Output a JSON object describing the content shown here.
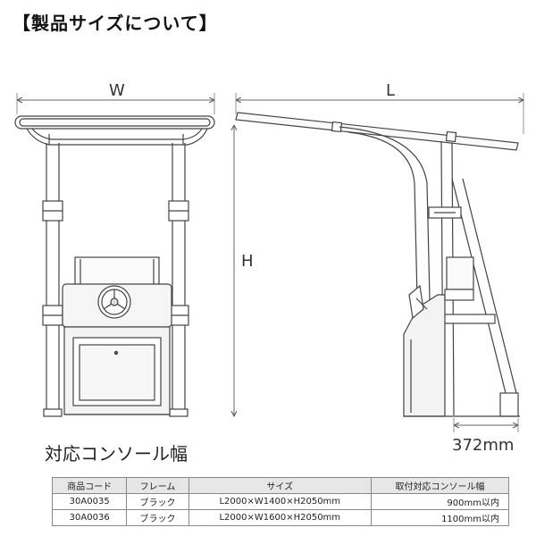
{
  "heading": "【製品サイズについて】",
  "dimensions": {
    "width_label": "W",
    "length_label": "L",
    "height_label": "H",
    "depth_label": "372mm"
  },
  "caption": "対応コンソール幅",
  "table": {
    "headers": [
      "商品コード",
      "フレーム",
      "サイズ",
      "取付対応コンソール幅"
    ],
    "rows": [
      [
        "30A0035",
        "ブラック",
        "L2000×W1400×H2050mm",
        "900mm以内"
      ],
      [
        "30A0036",
        "ブラック",
        "L2000×W1600×H2050mm",
        "1100mm以内"
      ]
    ]
  }
}
